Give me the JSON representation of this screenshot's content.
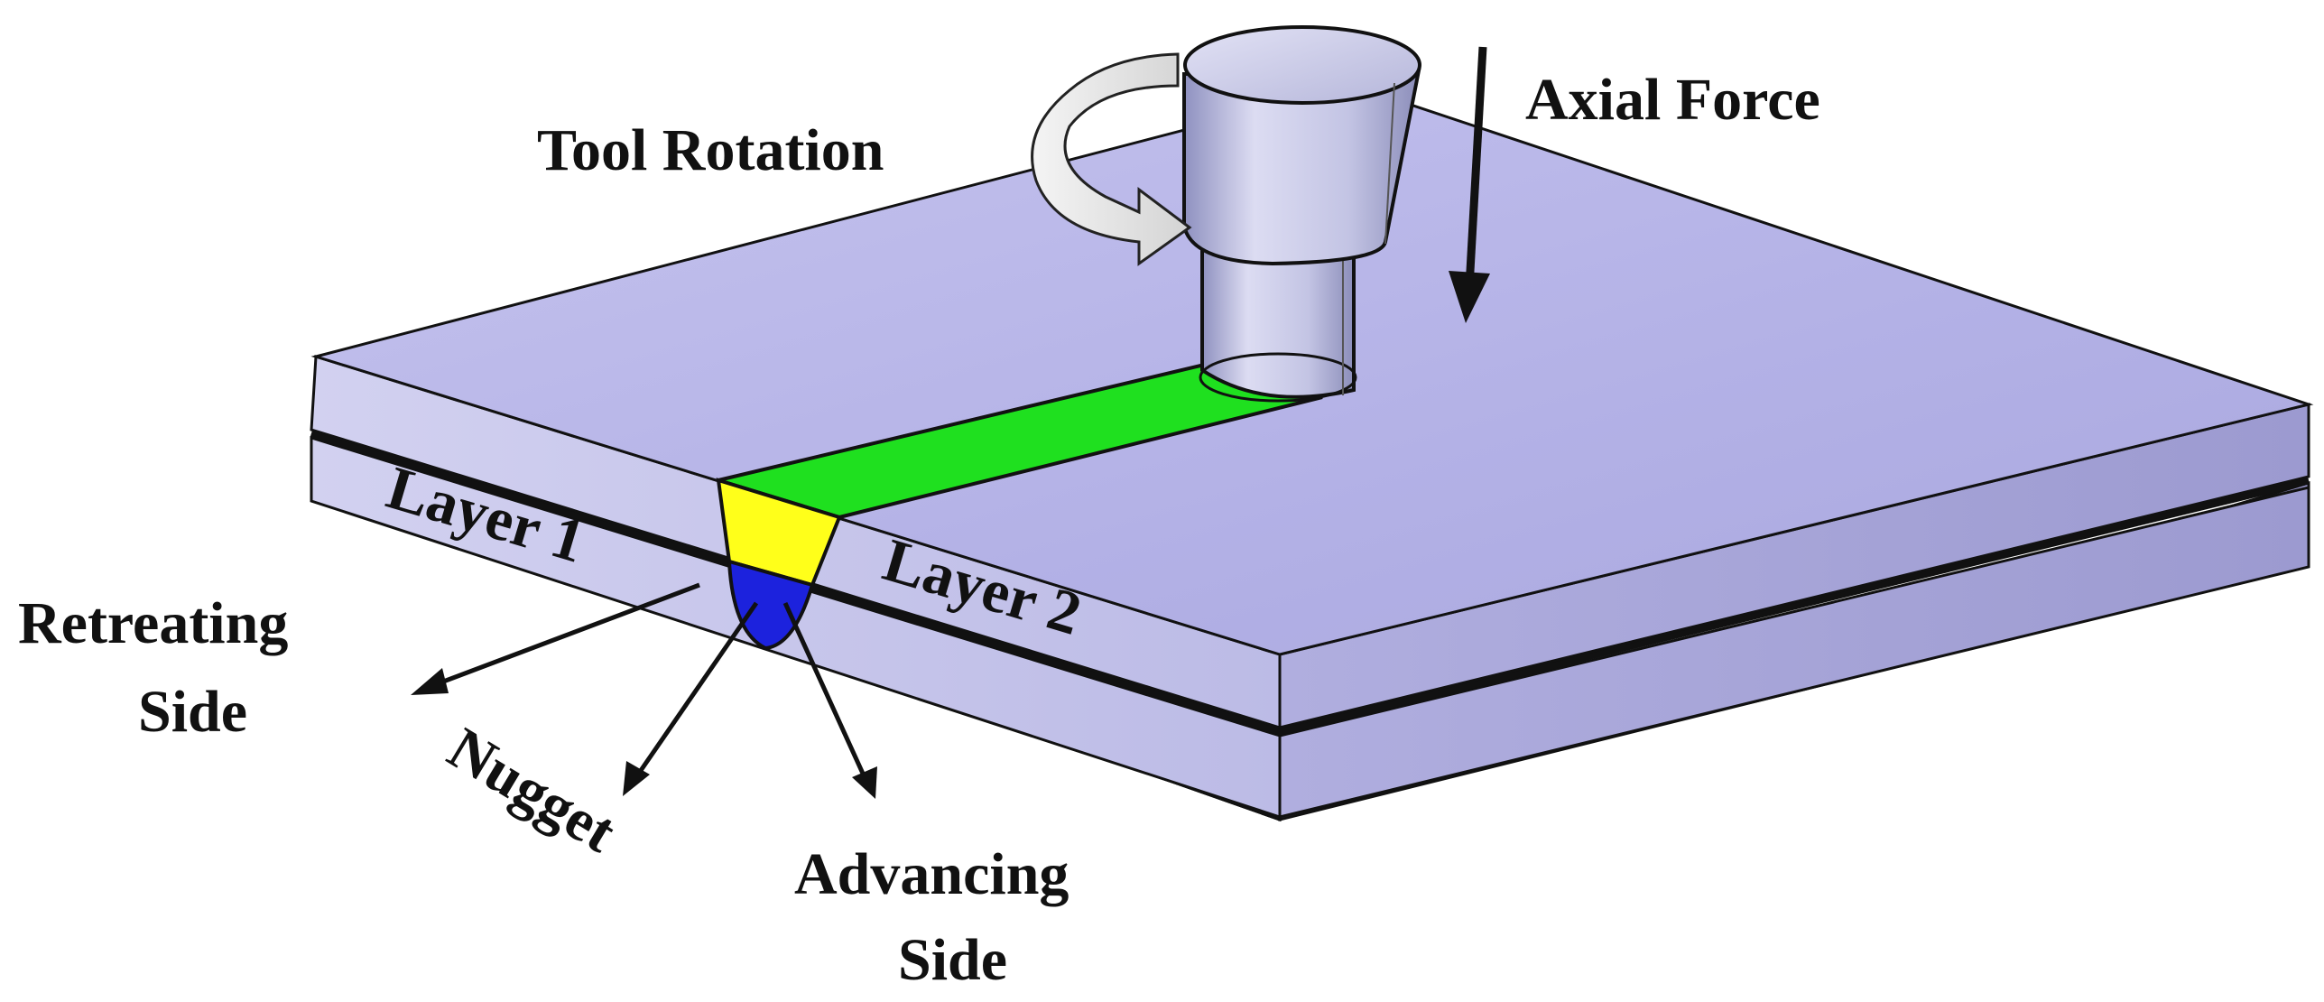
{
  "labels": {
    "tool_rotation": "Tool Rotation",
    "axial_force": "Axial Force",
    "layer_1": "Layer 1",
    "layer_2": "Layer 2",
    "retreating_line1": "Retreating",
    "retreating_line2": "Side",
    "nugget": "Nugget",
    "advancing_line1": "Advancing",
    "advancing_line2": "Side"
  },
  "colors": {
    "plate_top": "#b4b2e6",
    "plate_side_left": "#c7c6ec",
    "plate_side_right": "#a5a3d6",
    "weld_track": "#1fe01f",
    "stir_zone_upper": "#ffff1a",
    "nugget": "#1c22dd",
    "tool": "#b9bbe0",
    "outline": "#111111"
  }
}
